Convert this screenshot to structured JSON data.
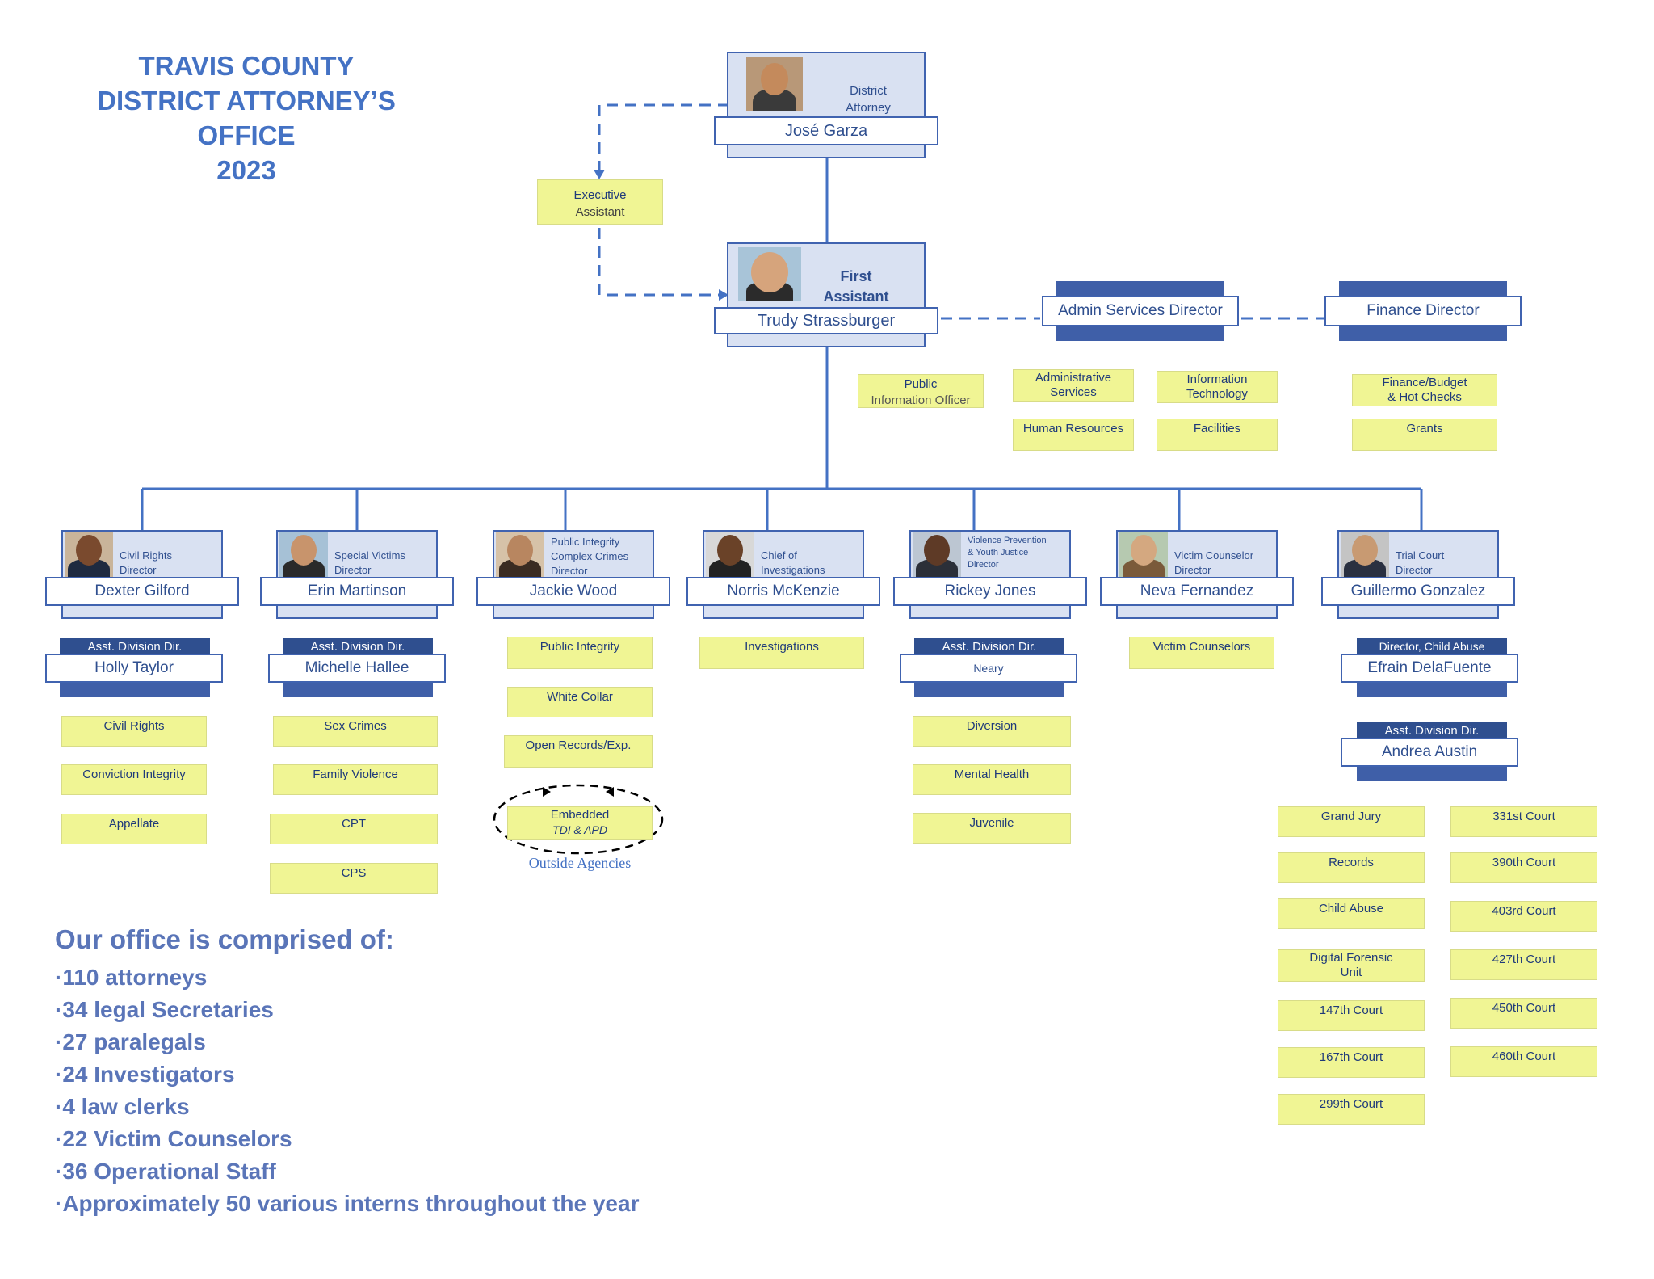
{
  "title": {
    "line1": "TRAVIS COUNTY",
    "line2": "DISTRICT ATTORNEY’S OFFICE",
    "line3": "2023"
  },
  "top": {
    "da": {
      "title_l1": "District",
      "title_l2": "Attorney",
      "name": "José Garza"
    },
    "exec": {
      "l1": "Executive",
      "l2": "Assistant"
    },
    "first": {
      "title_l1": "First",
      "title_l2": "Assistant",
      "name": "Trudy Strassburger"
    },
    "admin_dir": "Admin Services Director",
    "finance_dir": "Finance Director",
    "pio": {
      "l1": "Public",
      "l2": "Information Officer"
    },
    "admin_units": [
      {
        "l1": "Administrative",
        "l2": "Services"
      },
      {
        "l1": "Information",
        "l2": "Technology"
      },
      {
        "l1": "Human Resources",
        "l2": ""
      },
      {
        "l1": "Facilities",
        "l2": ""
      }
    ],
    "finance_units": [
      {
        "l1": "Finance/Budget",
        "l2": "& Hot Checks"
      },
      {
        "l1": "Grants",
        "l2": ""
      }
    ]
  },
  "directors": [
    {
      "title_l1": "Civil Rights",
      "title_l2": "Director",
      "title_l3": "",
      "name": "Dexter Gilford"
    },
    {
      "title_l1": "Special Victims",
      "title_l2": "Director",
      "title_l3": "",
      "name": "Erin Martinson"
    },
    {
      "title_l1": "Public Integrity",
      "title_l2": "Complex Crimes",
      "title_l3": "Director",
      "name": "Jackie Wood"
    },
    {
      "title_l1": "Chief of",
      "title_l2": "Investigations",
      "title_l3": "",
      "name": "Norris McKenzie"
    },
    {
      "title_l1": "Violence Prevention",
      "title_l2": "& Youth Justice",
      "title_l3": "Director",
      "name": "Rickey Jones"
    },
    {
      "title_l1": "Victim Counselor",
      "title_l2": "Director",
      "title_l3": "",
      "name": "Neva Fernandez"
    },
    {
      "title_l1": "Trial Court",
      "title_l2": "Director",
      "title_l3": "",
      "name": "Guillermo Gonzalez"
    }
  ],
  "asst": {
    "label": "Asst. Division Dir.",
    "holly": "Holly Taylor",
    "michelle": "Michelle Hallee",
    "neary": "Neary",
    "child_abuse_label": "Director, Child Abuse",
    "efrain": "Efrain DelaFuente",
    "andrea": "Andrea Austin"
  },
  "units": {
    "civil": [
      "Civil Rights",
      "Conviction Integrity",
      "Appellate"
    ],
    "sv": [
      "Sex Crimes",
      "Family Violence",
      "CPT",
      "CPS"
    ],
    "pi": [
      "Public Integrity",
      "White Collar",
      "Open Records/Exp."
    ],
    "embedded": {
      "l1": "Embedded",
      "l2": "TDI & APD",
      "outside": "Outside Agencies"
    },
    "inv": [
      "Investigations"
    ],
    "vp": [
      "Diversion",
      "Mental Health",
      "Juvenile"
    ],
    "vc": [
      "Victim Counselors"
    ],
    "trial_left": [
      "Grand Jury",
      "Records",
      "Child Abuse",
      "Digital Forensic Unit",
      "147th Court",
      "167th Court",
      "299th Court"
    ],
    "trial_right": [
      "331st Court",
      "390th Court",
      "403rd Court",
      "427th Court",
      "450th Court",
      "460th Court"
    ]
  },
  "composition": {
    "heading": "Our office is comprised of:",
    "items": [
      "·110 attorneys",
      "·34 legal Secretaries",
      "·27 paralegals",
      "·24 Investigators",
      "·4 law clerks",
      "·22 Victim Counselors",
      "·36 Operational Staff",
      "·Approximately 50 various interns throughout the year"
    ]
  }
}
